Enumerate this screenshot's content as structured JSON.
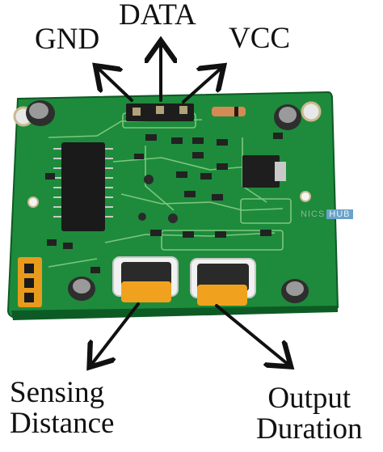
{
  "pins": {
    "gnd": "GND",
    "data": "DATA",
    "vcc": "VCC"
  },
  "adjusters": {
    "sensing": [
      "Sensing",
      "Distance"
    ],
    "output": [
      "Output",
      "Duration"
    ]
  },
  "watermark": {
    "text": "NICS",
    "badge": "HUB"
  },
  "colors": {
    "pcb": "#1e8a3c",
    "pcb_dark": "#137030",
    "trace": "#8fd18a",
    "pot_body": "#2a2a2a",
    "pot_knob": "#f0a21e",
    "pin_header": "#1d1d1d",
    "arrow": "#111111"
  }
}
